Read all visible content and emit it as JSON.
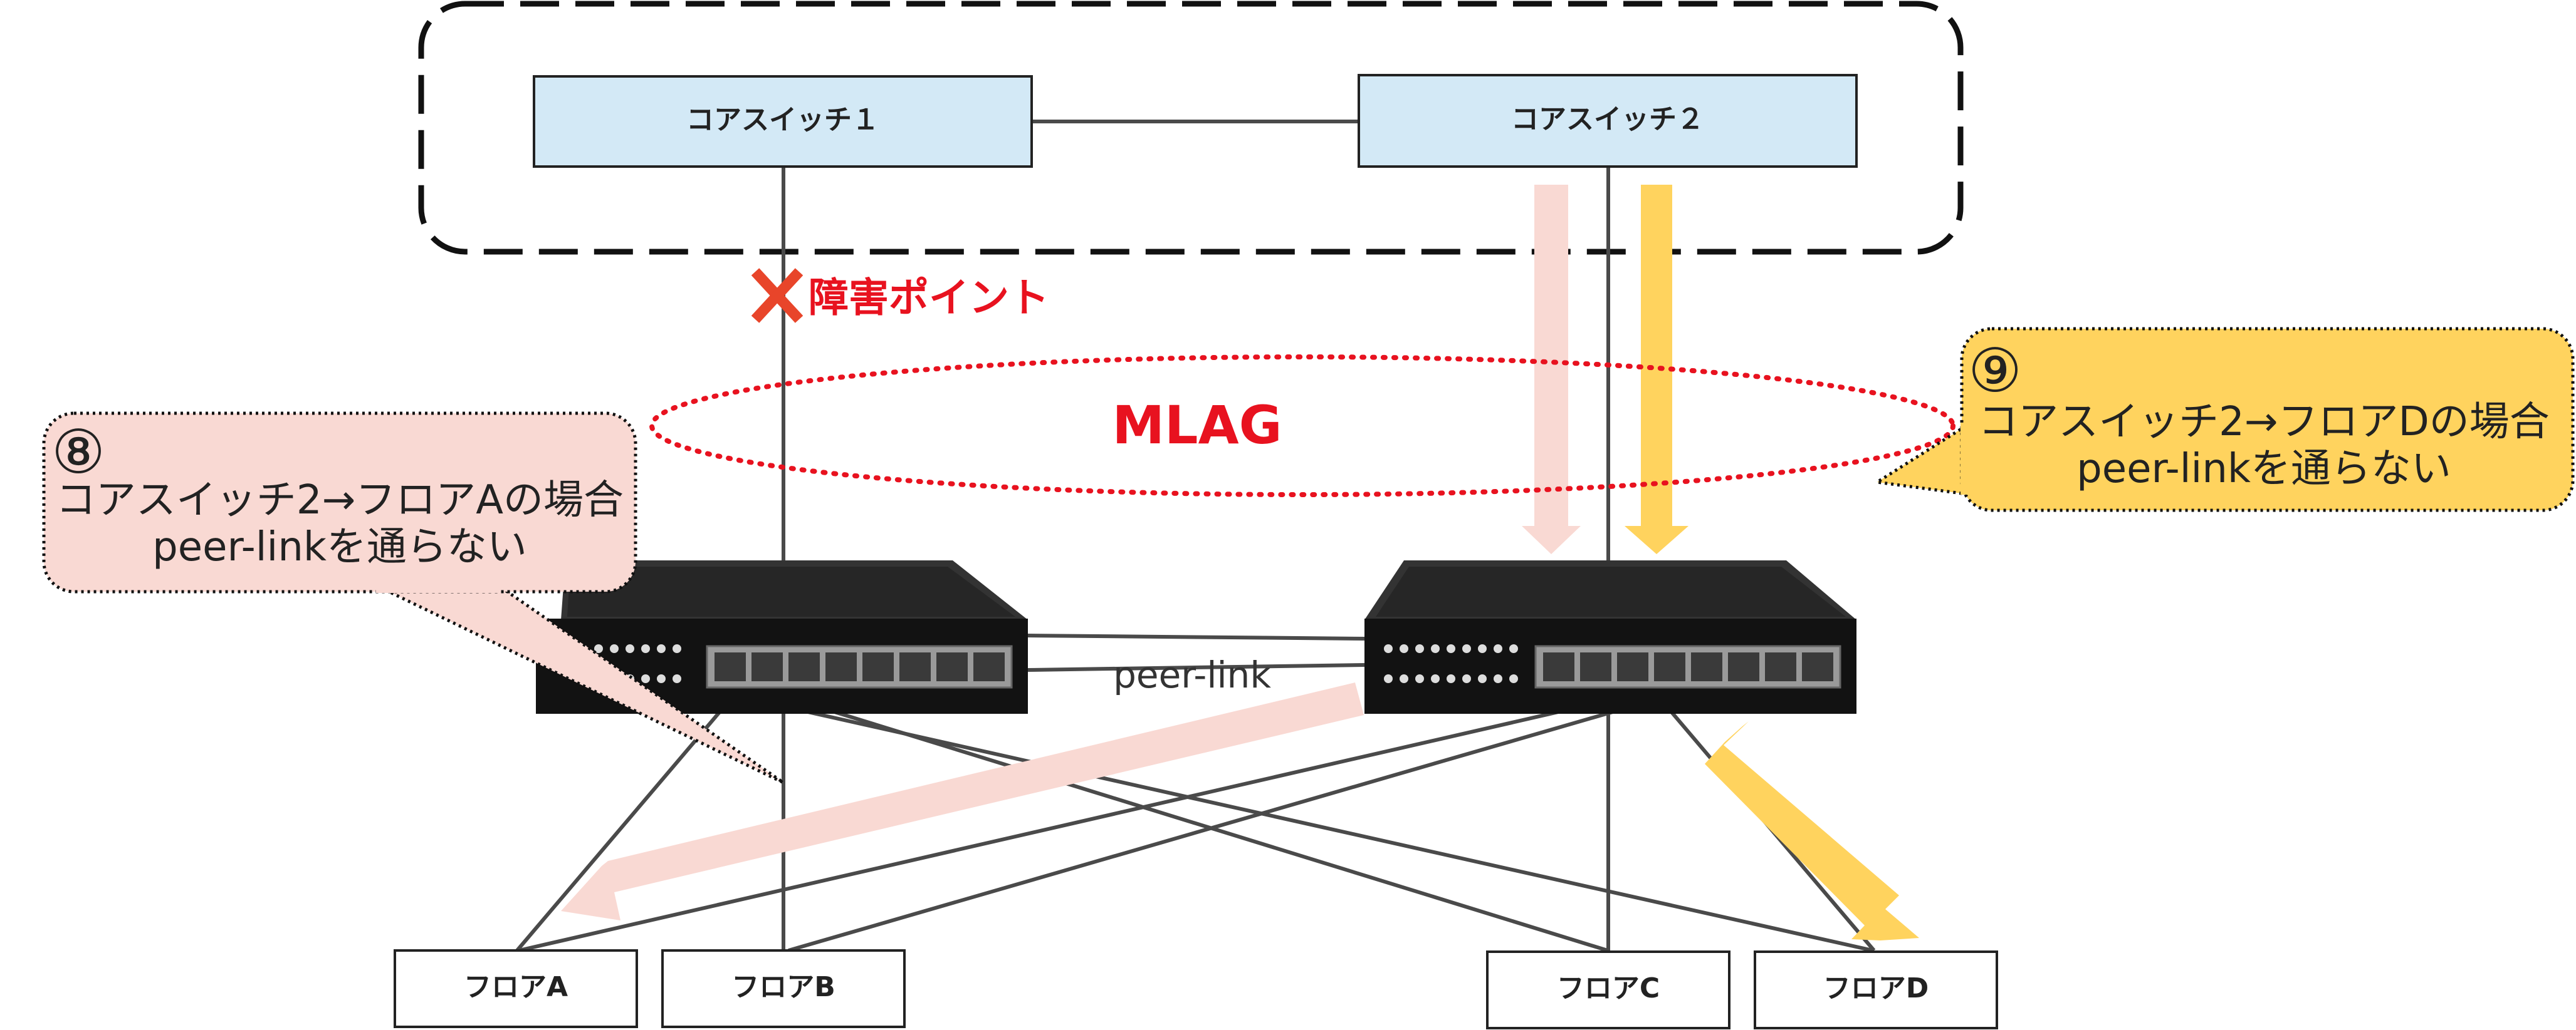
{
  "core_group": {
    "switch1_label": "コアスイッチ１",
    "switch2_label": "コアスイッチ２"
  },
  "mlag_label": "MLAG",
  "fault": {
    "label": "障害ポイント"
  },
  "peer_link_label": "peer-link",
  "floors": {
    "a": "フロアA",
    "b": "フロアB",
    "c": "フロアC",
    "d": "フロアD"
  },
  "callout8": {
    "number": "⑧",
    "line1": "コアスイッチ2→フロアAの場合",
    "line2": "peer-linkを通らない"
  },
  "callout9": {
    "number": "⑨",
    "line1": "コアスイッチ2→フロアDの場合",
    "line2": "peer-linkを通らない"
  },
  "colors": {
    "pink": "#f9d9d3",
    "yellow": "#ffd35e",
    "core_fill": "#d3e9f6",
    "red": "#e8121f",
    "fault_x": "#e8452a"
  }
}
